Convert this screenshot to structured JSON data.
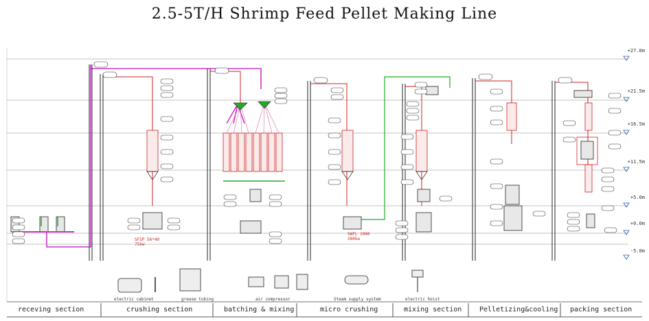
{
  "title": "2.5-5T/H Shrimp Feed Pellet Making Line",
  "levels": [
    "+27.0m",
    "+21.5m",
    "+16.5m",
    "+11.5m",
    "+5.0m",
    "+0.0m",
    "-5.0m"
  ],
  "sections": [
    "receving section",
    "crushing section",
    "batching & mixing",
    "micro crushing",
    "mixing section",
    "Pelletizing&cooling",
    "packing section"
  ],
  "legend": [
    "electric cabinet",
    "grease tubing",
    "air compressor",
    "Steam supply system",
    "electric hoist"
  ],
  "callouts": {
    "grinder": "SFSP 56*40\n75kw",
    "micro": "SWFL 1000\n280kw"
  },
  "colors": {
    "magenta": "#cc33cc",
    "red": "#cc2222",
    "green": "#22aa22",
    "pink": "#dd66aa",
    "line": "#222222"
  }
}
